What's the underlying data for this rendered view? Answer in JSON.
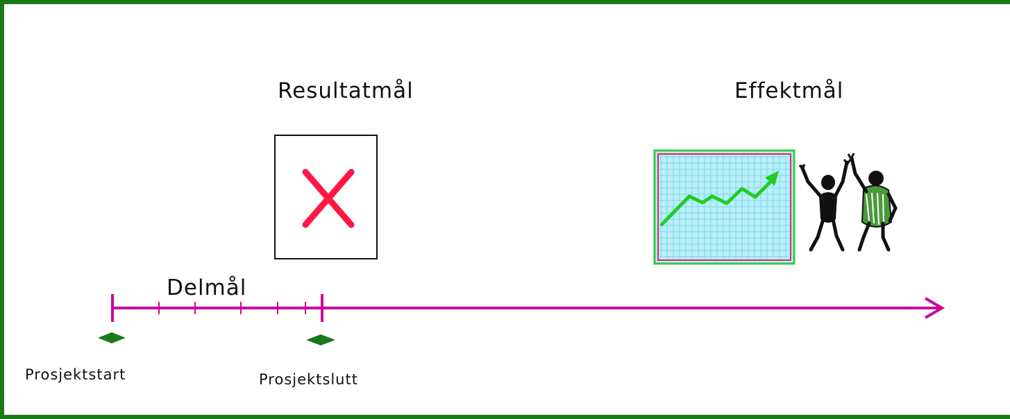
{
  "labels": {
    "result_goal": "Resultatmål",
    "effect_goal": "Effektmål",
    "milestones": "Delmål",
    "project_start": "Prosjektstart",
    "project_end": "Prosjektslutt"
  },
  "colors": {
    "frame": "#1a7a1a",
    "timeline": "#cc0099",
    "milestone_marker": "#1a7a1a",
    "cross": "#ff1744",
    "chart_grid": "#9fe6f5",
    "chart_line": "#22cc22"
  },
  "icons": [
    "crossed-box-icon",
    "rising-chart-icon",
    "celebrating-people-icon",
    "milestone-diamond-icon"
  ]
}
